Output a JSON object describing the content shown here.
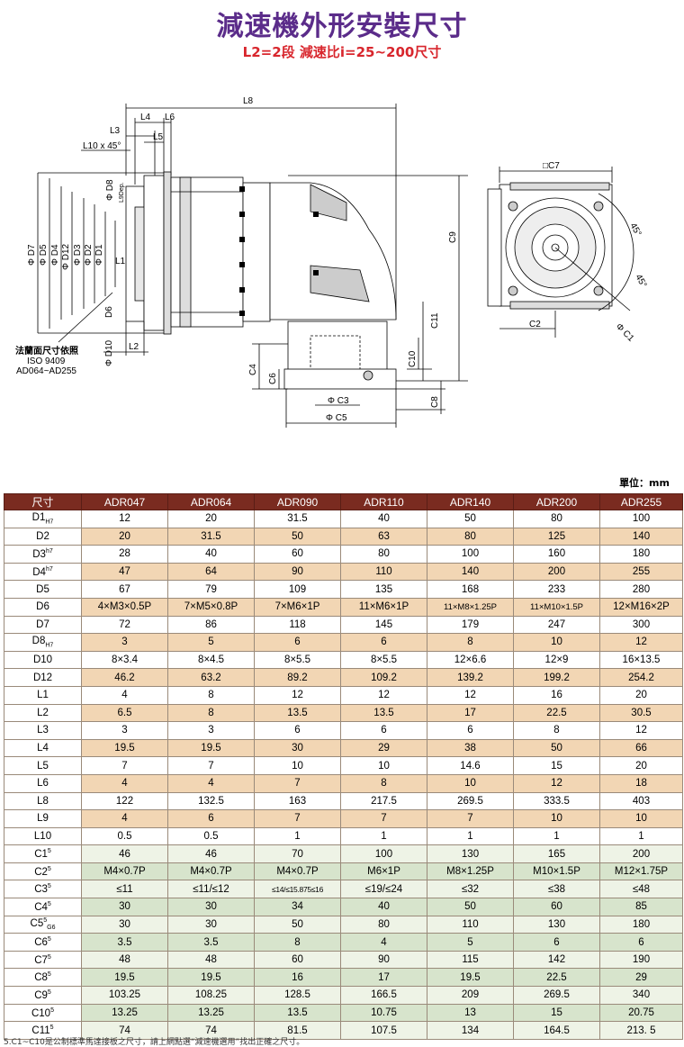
{
  "title": "減速機外形安裝尺寸",
  "subtitle": "L2=2段 減速比i=25~200尺寸",
  "drawing": {
    "labels": {
      "L8": "L8",
      "L4": "L4",
      "L6": "L6",
      "L3": "L3",
      "L5": "L5",
      "L10": "L10 x 45°",
      "D8": "Φ D8",
      "L9": "L9Dep.",
      "D7": "Φ D7",
      "D5": "Φ D5",
      "D4": "Φ D4",
      "D12": "Φ D12",
      "D3": "Φ D3",
      "D2": "Φ D2",
      "D1": "Φ D1",
      "L1": "L1",
      "D6": "D6",
      "D10": "Φ D10",
      "L2": "L2",
      "C9": "C9",
      "C11": "C11",
      "C4": "C4",
      "C6": "C6",
      "C10": "C10",
      "C3": "Φ C3",
      "C5": "Φ C5",
      "C8": "C8",
      "C7": "□C7",
      "C2": "C2",
      "C1": "Φ C1",
      "ang1": "45°",
      "ang2": "45°"
    },
    "note_lines": [
      "法蘭面尺寸依照",
      "ISO 9409",
      "AD064~AD255"
    ]
  },
  "unit_label": "單位：mm",
  "table": {
    "header_label": "尺寸",
    "columns": [
      "ADR047",
      "ADR064",
      "ADR090",
      "ADR110",
      "ADR140",
      "ADR200",
      "ADR255"
    ],
    "rows": [
      {
        "name": "D1",
        "mark": "H7",
        "markType": "sub",
        "style": "white",
        "values": [
          "12",
          "20",
          "31.5",
          "40",
          "50",
          "80",
          "100"
        ]
      },
      {
        "name": "D2",
        "mark": "",
        "markType": "",
        "style": "orange",
        "values": [
          "20",
          "31.5",
          "50",
          "63",
          "80",
          "125",
          "140"
        ]
      },
      {
        "name": "D3",
        "mark": "h7",
        "markType": "sup",
        "style": "white",
        "values": [
          "28",
          "40",
          "60",
          "80",
          "100",
          "160",
          "180"
        ]
      },
      {
        "name": "D4",
        "mark": "h7",
        "markType": "sup",
        "style": "orange",
        "values": [
          "47",
          "64",
          "90",
          "110",
          "140",
          "200",
          "255"
        ]
      },
      {
        "name": "D5",
        "mark": "",
        "markType": "",
        "style": "white",
        "values": [
          "67",
          "79",
          "109",
          "135",
          "168",
          "233",
          "280"
        ]
      },
      {
        "name": "D6",
        "mark": "",
        "markType": "",
        "style": "orange",
        "values": [
          "4×M3×0.5P",
          "7×M5×0.8P",
          "7×M6×1P",
          "11×M6×1P",
          "11×M8×1.25P",
          "11×M10×1.5P",
          "12×M16×2P"
        ]
      },
      {
        "name": "D7",
        "mark": "",
        "markType": "",
        "style": "white",
        "values": [
          "72",
          "86",
          "118",
          "145",
          "179",
          "247",
          "300"
        ]
      },
      {
        "name": "D8",
        "mark": "H7",
        "markType": "sub",
        "style": "orange",
        "values": [
          "3",
          "5",
          "6",
          "6",
          "8",
          "10",
          "12"
        ]
      },
      {
        "name": "D10",
        "mark": "",
        "markType": "",
        "style": "white",
        "values": [
          "8×3.4",
          "8×4.5",
          "8×5.5",
          "8×5.5",
          "12×6.6",
          "12×9",
          "16×13.5"
        ]
      },
      {
        "name": "D12",
        "mark": "",
        "markType": "",
        "style": "orange",
        "values": [
          "46.2",
          "63.2",
          "89.2",
          "109.2",
          "139.2",
          "199.2",
          "254.2"
        ]
      },
      {
        "name": "L1",
        "mark": "",
        "markType": "",
        "style": "white",
        "values": [
          "4",
          "8",
          "12",
          "12",
          "12",
          "16",
          "20"
        ]
      },
      {
        "name": "L2",
        "mark": "",
        "markType": "",
        "style": "orange",
        "values": [
          "6.5",
          "8",
          "13.5",
          "13.5",
          "17",
          "22.5",
          "30.5"
        ]
      },
      {
        "name": "L3",
        "mark": "",
        "markType": "",
        "style": "white",
        "values": [
          "3",
          "3",
          "6",
          "6",
          "6",
          "8",
          "12"
        ]
      },
      {
        "name": "L4",
        "mark": "",
        "markType": "",
        "style": "orange",
        "values": [
          "19.5",
          "19.5",
          "30",
          "29",
          "38",
          "50",
          "66"
        ]
      },
      {
        "name": "L5",
        "mark": "",
        "markType": "",
        "style": "white",
        "values": [
          "7",
          "7",
          "10",
          "10",
          "14.6",
          "15",
          "20"
        ]
      },
      {
        "name": "L6",
        "mark": "",
        "markType": "",
        "style": "orange",
        "values": [
          "4",
          "4",
          "7",
          "8",
          "10",
          "12",
          "18"
        ]
      },
      {
        "name": "L8",
        "mark": "",
        "markType": "",
        "style": "white",
        "values": [
          "122",
          "132.5",
          "163",
          "217.5",
          "269.5",
          "333.5",
          "403"
        ]
      },
      {
        "name": "L9",
        "mark": "",
        "markType": "",
        "style": "orange",
        "values": [
          "4",
          "6",
          "7",
          "7",
          "7",
          "10",
          "10"
        ]
      },
      {
        "name": "L10",
        "mark": "",
        "markType": "",
        "style": "white",
        "values": [
          "0.5",
          "0.5",
          "1",
          "1",
          "1",
          "1",
          "1"
        ]
      },
      {
        "name": "C1",
        "mark": "5",
        "markType": "sup",
        "style": "lgreen",
        "values": [
          "46",
          "46",
          "70",
          "100",
          "130",
          "165",
          "200"
        ]
      },
      {
        "name": "C2",
        "mark": "5",
        "markType": "sup",
        "style": "green",
        "values": [
          "M4×0.7P",
          "M4×0.7P",
          "M4×0.7P",
          "M6×1P",
          "M8×1.25P",
          "M10×1.5P",
          "M12×1.75P"
        ]
      },
      {
        "name": "C3",
        "mark": "5",
        "markType": "sup",
        "style": "lgreen",
        "values": [
          "≤11",
          "≤11/≤12",
          "≤14/≤15.875≤16",
          "≤19/≤24",
          "≤32",
          "≤38",
          "≤48"
        ]
      },
      {
        "name": "C4",
        "mark": "5",
        "markType": "sup",
        "style": "green",
        "values": [
          "30",
          "30",
          "34",
          "40",
          "50",
          "60",
          "85"
        ]
      },
      {
        "name": "C5",
        "mark": "5",
        "markType": "sup",
        "mark2": "G6",
        "style": "lgreen",
        "values": [
          "30",
          "30",
          "50",
          "80",
          "110",
          "130",
          "180"
        ]
      },
      {
        "name": "C6",
        "mark": "5",
        "markType": "sup",
        "style": "green",
        "values": [
          "3.5",
          "3.5",
          "8",
          "4",
          "5",
          "6",
          "6"
        ]
      },
      {
        "name": "C7",
        "mark": "5",
        "markType": "sup",
        "style": "lgreen",
        "values": [
          "48",
          "48",
          "60",
          "90",
          "115",
          "142",
          "190"
        ]
      },
      {
        "name": "C8",
        "mark": "5",
        "markType": "sup",
        "style": "green",
        "values": [
          "19.5",
          "19.5",
          "16",
          "17",
          "19.5",
          "22.5",
          "29"
        ]
      },
      {
        "name": "C9",
        "mark": "5",
        "markType": "sup",
        "style": "lgreen",
        "values": [
          "103.25",
          "108.25",
          "128.5",
          "166.5",
          "209",
          "269.5",
          "340"
        ]
      },
      {
        "name": "C10",
        "mark": "5",
        "markType": "sup",
        "style": "green",
        "values": [
          "13.25",
          "13.25",
          "13.5",
          "10.75",
          "13",
          "15",
          "20.75"
        ]
      },
      {
        "name": "C11",
        "mark": "5",
        "markType": "sup",
        "style": "lgreen",
        "values": [
          "74",
          "74",
          "81.5",
          "107.5",
          "134",
          "164.5",
          "213. 5"
        ]
      }
    ]
  },
  "footnote": "5.C1~C10是公制標準馬達接板之尺寸，請上網點選“減速機選用”找出正確之尺寸。"
}
